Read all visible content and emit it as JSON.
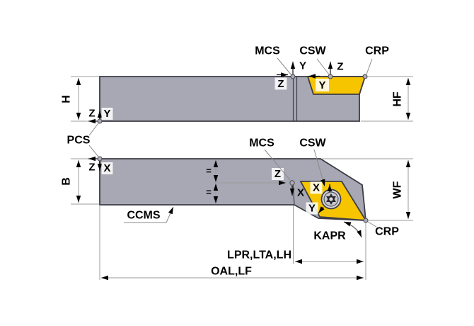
{
  "colors": {
    "body": "#a7a8b3",
    "insert": "#f6c500"
  },
  "marks": {
    "equal": "="
  },
  "axes": {
    "x": "X",
    "y": "Y",
    "z": "Z"
  },
  "labels": {
    "pcs": "PCS",
    "top": {
      "mcs": "MCS",
      "csw": "CSW",
      "crp": "CRP",
      "h": "H",
      "hf": "HF"
    },
    "bottom": {
      "mcs": "MCS",
      "csw": "CSW",
      "crp": "CRP",
      "b": "B",
      "wf": "WF",
      "ccms": "CCMS",
      "kapr": "KAPR",
      "lpr": "LPR,LTA,LH",
      "oal": "OAL,LF"
    }
  }
}
